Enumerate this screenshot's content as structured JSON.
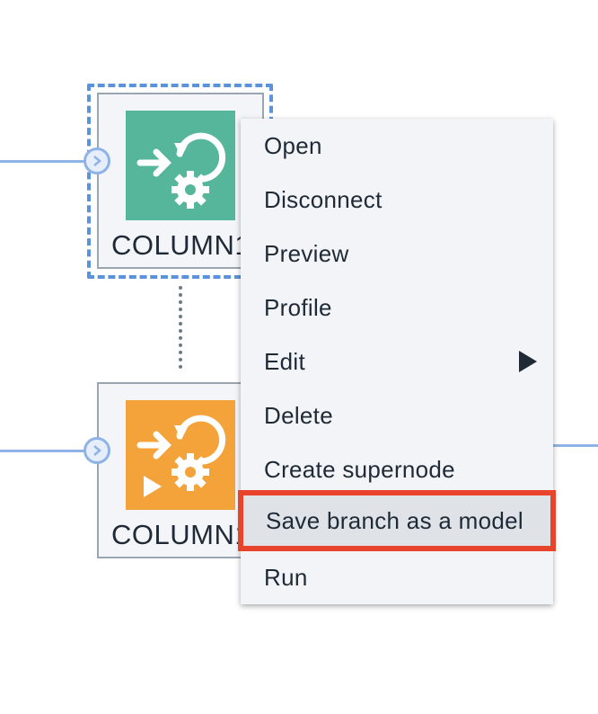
{
  "canvas": {
    "nodes": [
      {
        "id": "node-top",
        "label": "COLUMN1",
        "color": "#55b69c",
        "selected": true
      },
      {
        "id": "node-bottom",
        "label": "COLUMN1",
        "color": "#f3a33a",
        "selected": false
      }
    ],
    "link_color": "#8fb3e6",
    "selection_color": "#5b93db"
  },
  "context_menu": {
    "items": [
      {
        "label": "Open"
      },
      {
        "label": "Disconnect"
      },
      {
        "label": "Preview"
      },
      {
        "label": "Profile"
      },
      {
        "label": "Edit",
        "has_submenu": true
      },
      {
        "label": "Delete"
      },
      {
        "label": "Create supernode"
      },
      {
        "label": "Save branch as a model",
        "highlighted": true
      },
      {
        "label": "Run"
      }
    ],
    "highlight_color": "#e8432b"
  }
}
